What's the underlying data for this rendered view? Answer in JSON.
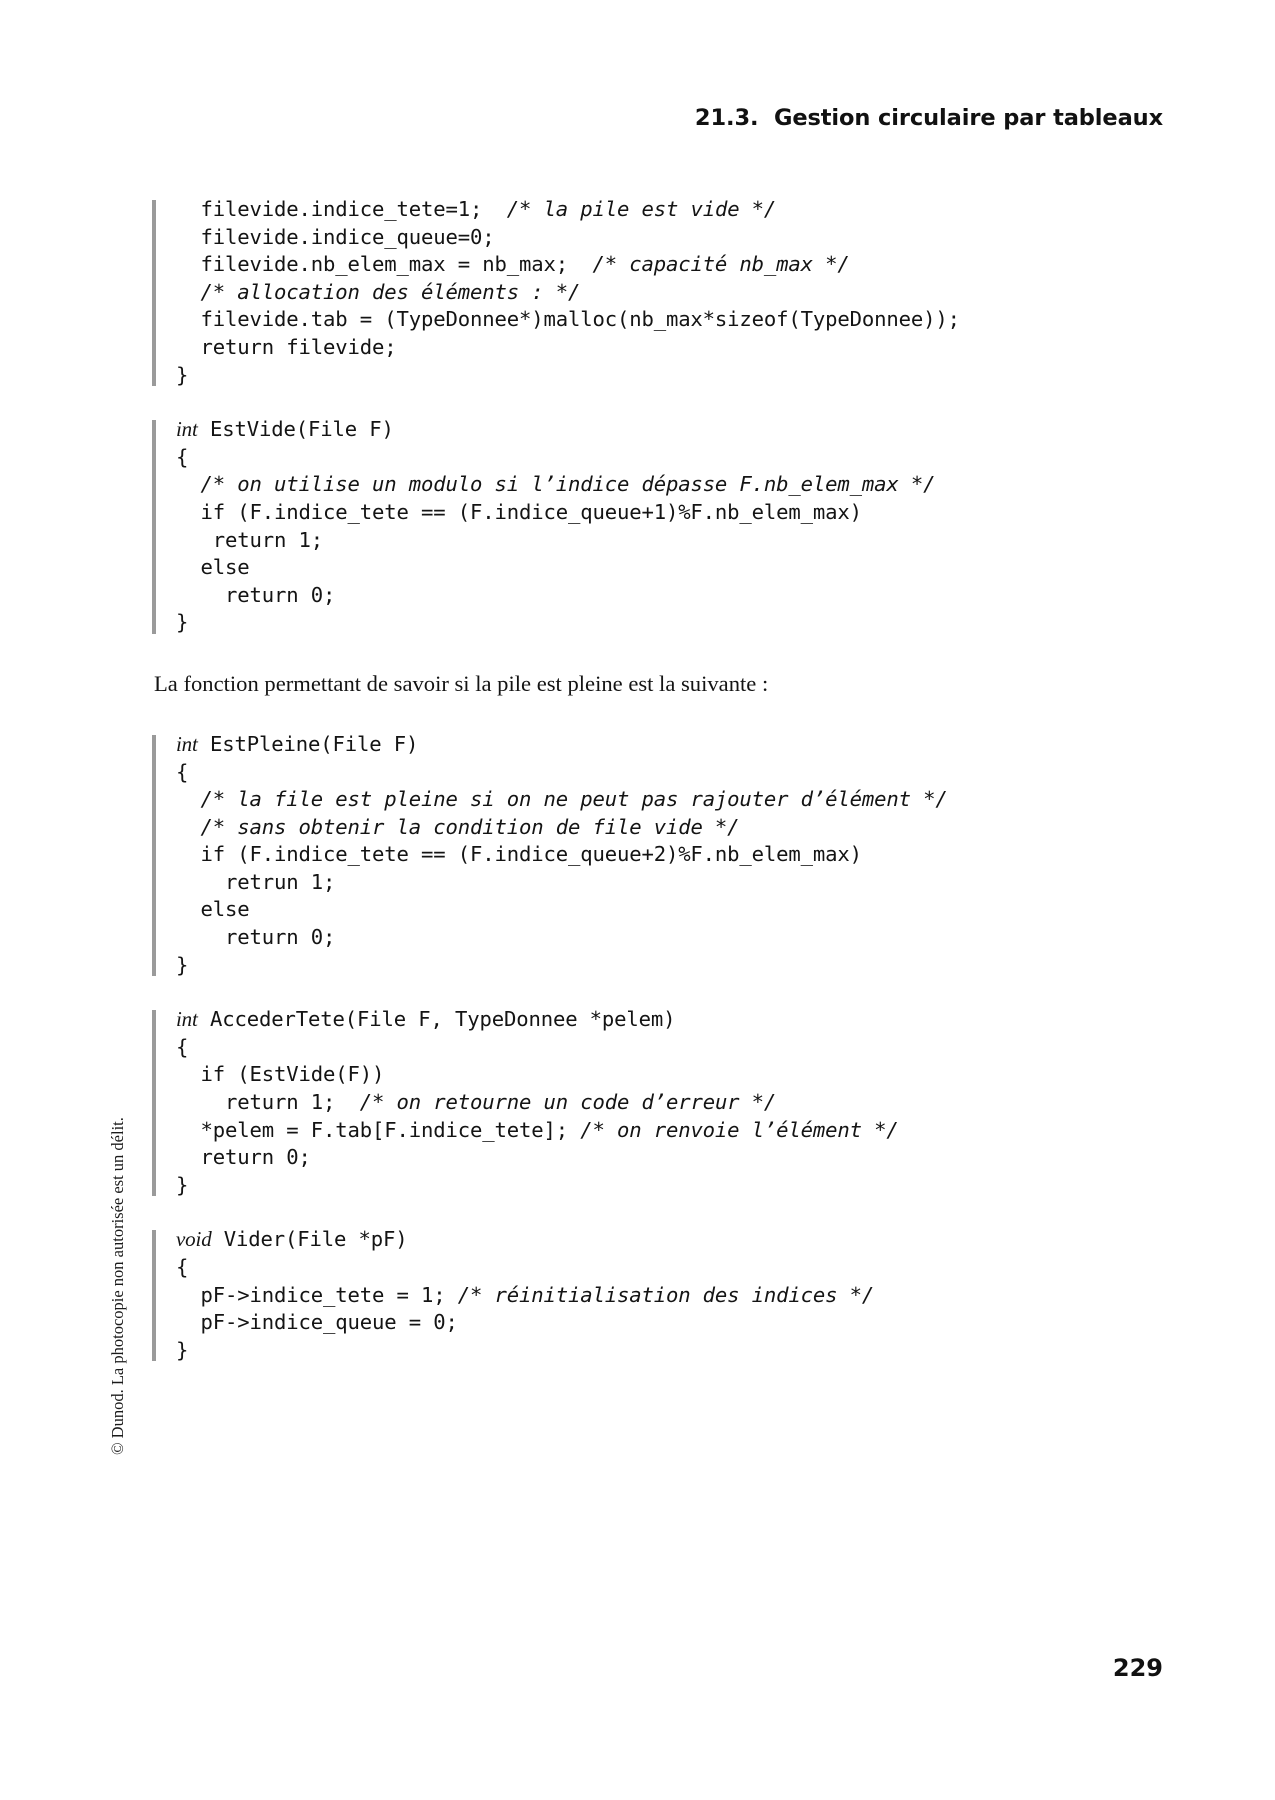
{
  "header": {
    "running_head": "21.3.  Gestion circulaire par tableaux"
  },
  "margin_note": "© Dunod. La photocopie non autorisée est un délit.",
  "folio": "229",
  "blocks": [
    {
      "kind": "code",
      "name": "code-block-creer-file-suite",
      "lines": [
        {
          "code": "  filevide.indice_tete=1;",
          "comment": "  /* la pile est vide */"
        },
        {
          "code": "  filevide.indice_queue=0;",
          "comment": ""
        },
        {
          "code": "  filevide.nb_elem_max = nb_max;",
          "comment": "  /* capacité nb_max */"
        },
        {
          "code": "  ",
          "comment": "/* allocation des éléments : */"
        },
        {
          "code": "  filevide.tab = (TypeDonnee*)malloc(nb_max*sizeof(TypeDonnee));",
          "comment": ""
        },
        {
          "code": "  return filevide;",
          "comment": ""
        },
        {
          "code": "}",
          "comment": ""
        }
      ]
    },
    {
      "kind": "code",
      "name": "code-block-estvide",
      "lines": [
        {
          "keyword": "int",
          "code": " EstVide(File F)",
          "comment": ""
        },
        {
          "code": "{",
          "comment": ""
        },
        {
          "code": "  ",
          "comment": "/* on utilise un modulo si l’indice dépasse F.nb_elem_max */"
        },
        {
          "code": "  if (F.indice_tete == (F.indice_queue+1)%F.nb_elem_max)",
          "comment": ""
        },
        {
          "code": "   return 1;",
          "comment": ""
        },
        {
          "code": "  else",
          "comment": ""
        },
        {
          "code": "    return 0;",
          "comment": ""
        },
        {
          "code": "}",
          "comment": ""
        }
      ]
    },
    {
      "kind": "paragraph",
      "name": "paragraph-estpleine-intro",
      "text": "La fonction permettant de savoir si la pile est pleine est la suivante :"
    },
    {
      "kind": "code",
      "name": "code-block-estpleine",
      "lines": [
        {
          "keyword": "int",
          "code": " EstPleine(File F)",
          "comment": ""
        },
        {
          "code": "{",
          "comment": ""
        },
        {
          "code": "  ",
          "comment": "/* la file est pleine si on ne peut pas rajouter d’élément */"
        },
        {
          "code": "  ",
          "comment": "/* sans obtenir la condition de file vide */"
        },
        {
          "code": "  if (F.indice_tete == (F.indice_queue+2)%F.nb_elem_max)",
          "comment": ""
        },
        {
          "code": "    retrun 1;",
          "comment": ""
        },
        {
          "code": "  else",
          "comment": ""
        },
        {
          "code": "    return 0;",
          "comment": ""
        },
        {
          "code": "}",
          "comment": ""
        }
      ]
    },
    {
      "kind": "code",
      "name": "code-block-accedertete",
      "lines": [
        {
          "keyword": "int",
          "code": " AccederTete(File F, TypeDonnee *pelem)",
          "comment": ""
        },
        {
          "code": "{",
          "comment": ""
        },
        {
          "code": "  if (EstVide(F))",
          "comment": ""
        },
        {
          "code": "    return 1;",
          "comment": "  /* on retourne un code d’erreur */"
        },
        {
          "code": "  *pelem = F.tab[F.indice_tete];",
          "comment": " /* on renvoie l’élément */"
        },
        {
          "code": "  return 0;",
          "comment": ""
        },
        {
          "code": "}",
          "comment": ""
        }
      ]
    },
    {
      "kind": "code",
      "name": "code-block-vider",
      "lines": [
        {
          "keyword": "void",
          "code": " Vider(File *pF)",
          "comment": ""
        },
        {
          "code": "{",
          "comment": ""
        },
        {
          "code": "  pF->indice_tete = 1;",
          "comment": " /* réinitialisation des indices */"
        },
        {
          "code": "  pF->indice_queue = 0;",
          "comment": ""
        },
        {
          "code": "}",
          "comment": ""
        }
      ]
    }
  ]
}
